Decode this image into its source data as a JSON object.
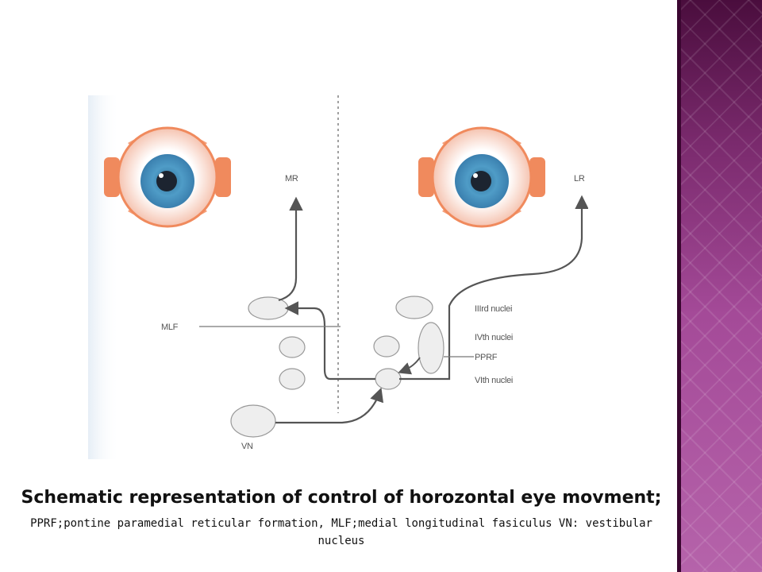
{
  "diagram": {
    "labels": {
      "mr": "MR",
      "lr": "LR",
      "mlf": "MLF",
      "vn": "VN",
      "iii_nuclei": "IIIrd nuclei",
      "iv_nuclei": "IVth nuclei",
      "pprf": "PPRF",
      "vi_nuclei": "VIth nuclei"
    },
    "colors": {
      "iris": "#4a90b8",
      "muscle": "#f08a5d",
      "sclera_shadow": "#f2a98a",
      "nucleus_fill": "#eeeeee",
      "pathway": "#555555"
    }
  },
  "caption": {
    "title": "Schematic representation of control of horozontal eye movment;",
    "description": "PPRF;pontine paramedial reticular formation, MLF;medial longitudinal fasiculus VN: vestibular nucleus"
  }
}
